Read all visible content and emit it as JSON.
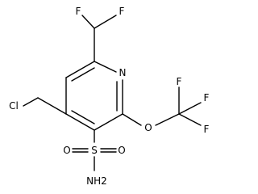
{
  "molecule": {
    "atoms": {
      "f_left": "F",
      "f_right": "F",
      "n_ring": "N",
      "o_ether": "O",
      "f_cf3_top": "F",
      "f_cf3_right": "F",
      "f_cf3_bottom": "F",
      "cl": "Cl",
      "s_sulfonyl": "S",
      "o_sulfonyl_left": "O",
      "o_sulfonyl_right": "O",
      "nh2": "NH2"
    }
  }
}
